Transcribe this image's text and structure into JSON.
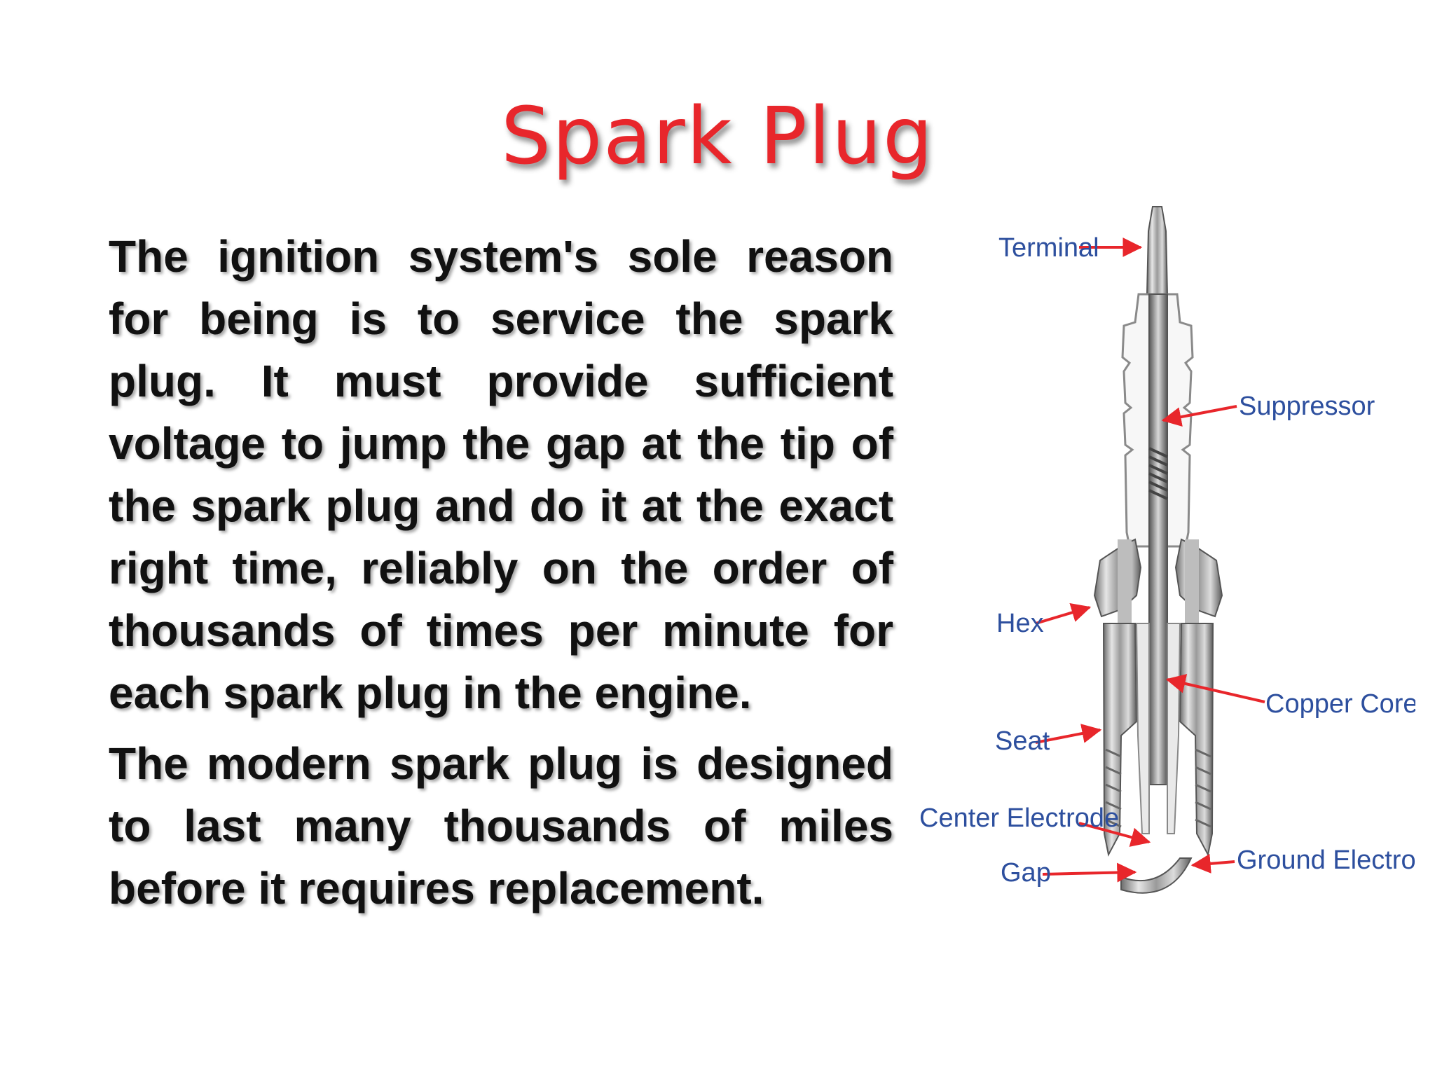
{
  "slide": {
    "title": "Spark Plug",
    "paragraphs": [
      "The ignition system's sole reason for being is to service the spark plug.  It must provide sufficient voltage to jump the gap at the tip of the spark plug and do it at the exact right time, reliably on the order of thousands of times per minute for each spark plug in the engine.",
      "The modern spark plug is designed to last many thousands of miles before it requires replacement."
    ]
  },
  "diagram": {
    "labels": {
      "terminal": "Terminal",
      "suppressor": "Suppressor",
      "hex": "Hex",
      "copper_core": "Copper Core",
      "seat": "Seat",
      "center_electrode": "Center Electrode",
      "gap": "Gap",
      "ground_electrode": "Ground Electrode"
    },
    "label_color": "#2d4f9e",
    "arrow_color": "#e8262b"
  }
}
